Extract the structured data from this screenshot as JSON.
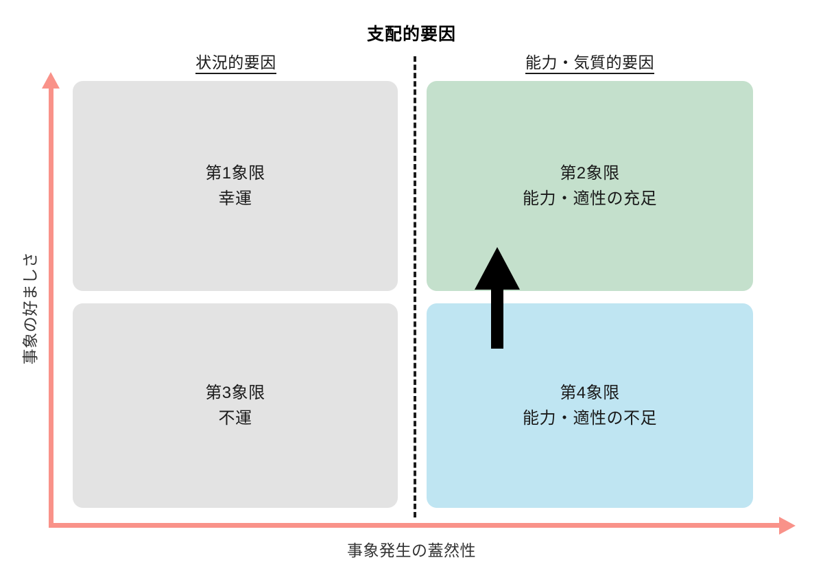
{
  "title": "支配的要因",
  "columns": {
    "left_header": "状況的要因",
    "right_header": "能力・気質的要因"
  },
  "axes": {
    "x_label": "事象発生の蓋然性",
    "y_label": "事象の好ましさ",
    "axis_color": "#F99289",
    "divider_color": "#1a1a1a"
  },
  "quadrants": [
    {
      "id": "quadrant-1",
      "name": "第1象限",
      "description": "幸運",
      "color": "#E3E3E3",
      "position": "top-left"
    },
    {
      "id": "quadrant-2",
      "name": "第2象限",
      "description": "能力・適性の充足",
      "color": "#C4E0CC",
      "position": "top-right"
    },
    {
      "id": "quadrant-3",
      "name": "第3象限",
      "description": "不運",
      "color": "#E3E3E3",
      "position": "bottom-left"
    },
    {
      "id": "quadrant-4",
      "name": "第4象限",
      "description": "能力・適性の不足",
      "color": "#BFE5F2",
      "position": "bottom-right"
    }
  ],
  "annotations": {
    "growth_arrow": {
      "icon": "up-arrow-icon",
      "color": "#000000",
      "from_quadrant": "第4象限",
      "to_quadrant": "第2象限"
    }
  }
}
